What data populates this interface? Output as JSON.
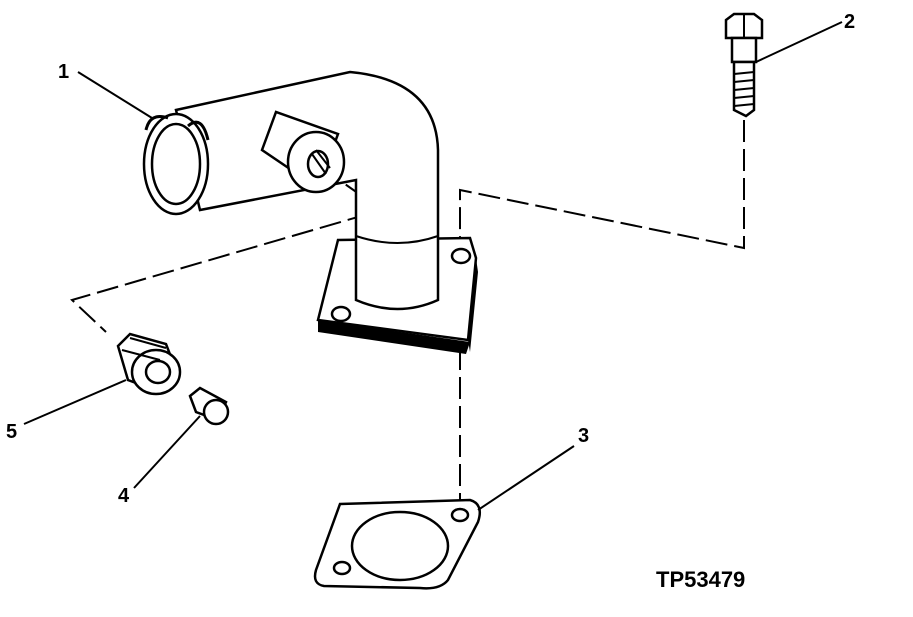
{
  "diagram": {
    "callouts": [
      {
        "id": "callout-1",
        "label": "1"
      },
      {
        "id": "callout-2",
        "label": "2"
      },
      {
        "id": "callout-3",
        "label": "3"
      },
      {
        "id": "callout-4",
        "label": "4"
      },
      {
        "id": "callout-5",
        "label": "5"
      }
    ],
    "figure_id": "TP53479"
  }
}
